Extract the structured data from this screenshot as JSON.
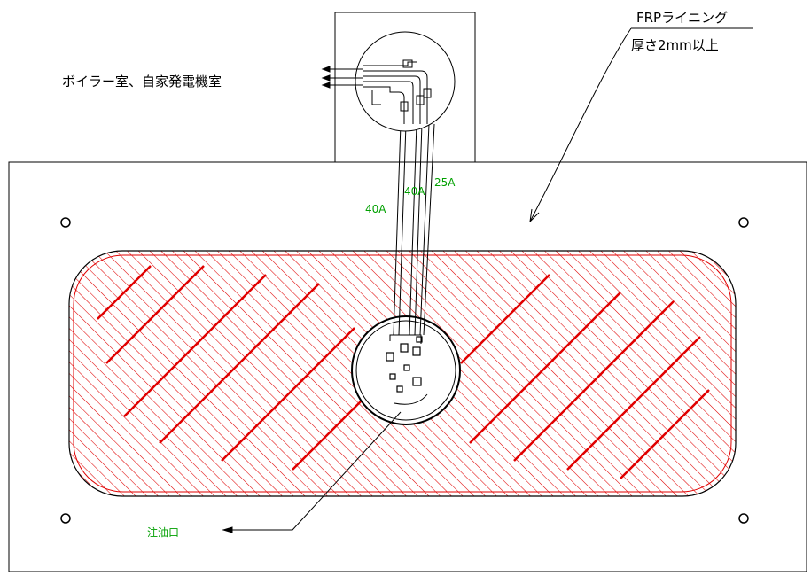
{
  "labels": {
    "lining_line1": "FRPライニング",
    "lining_line2": "厚さ2mm以上",
    "destination": "ボイラー室、自家発電機室",
    "pipe_a": "40A",
    "pipe_b": "40A",
    "pipe_c": "25A",
    "fill_port": "注油口"
  },
  "colors": {
    "outline": "#000000",
    "hatch": "#e00000",
    "pipe_label": "#00a000"
  }
}
